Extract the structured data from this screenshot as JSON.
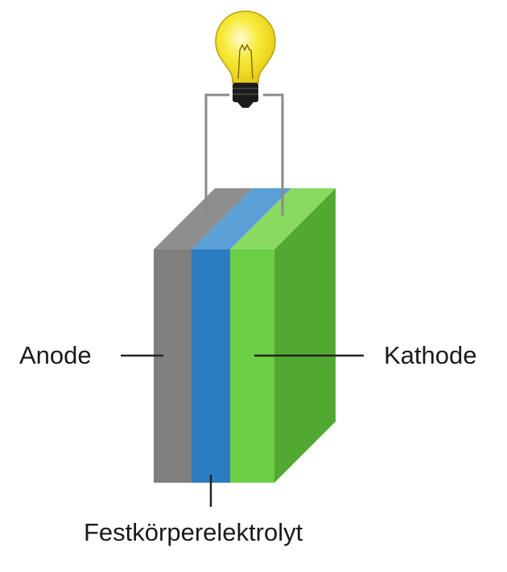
{
  "labels": {
    "anode": "Anode",
    "cathode": "Kathode",
    "electrolyte": "Festkörperelektrolyt"
  },
  "colors": {
    "anode_front": "#7f7f7f",
    "anode_top": "#8e8e8e",
    "electrolyte_front": "#2a7dc0",
    "electrolyte_top": "#5a9fd6",
    "cathode_front": "#6ccf45",
    "cathode_top": "#8ada62",
    "cathode_side": "#52a932",
    "wire": "#8a8a8a",
    "leader_line": "#222222",
    "bulb_glass": "#f2e21c",
    "bulb_base": "#1b1b1b"
  },
  "icons": {
    "bulb": "light-bulb-icon"
  }
}
